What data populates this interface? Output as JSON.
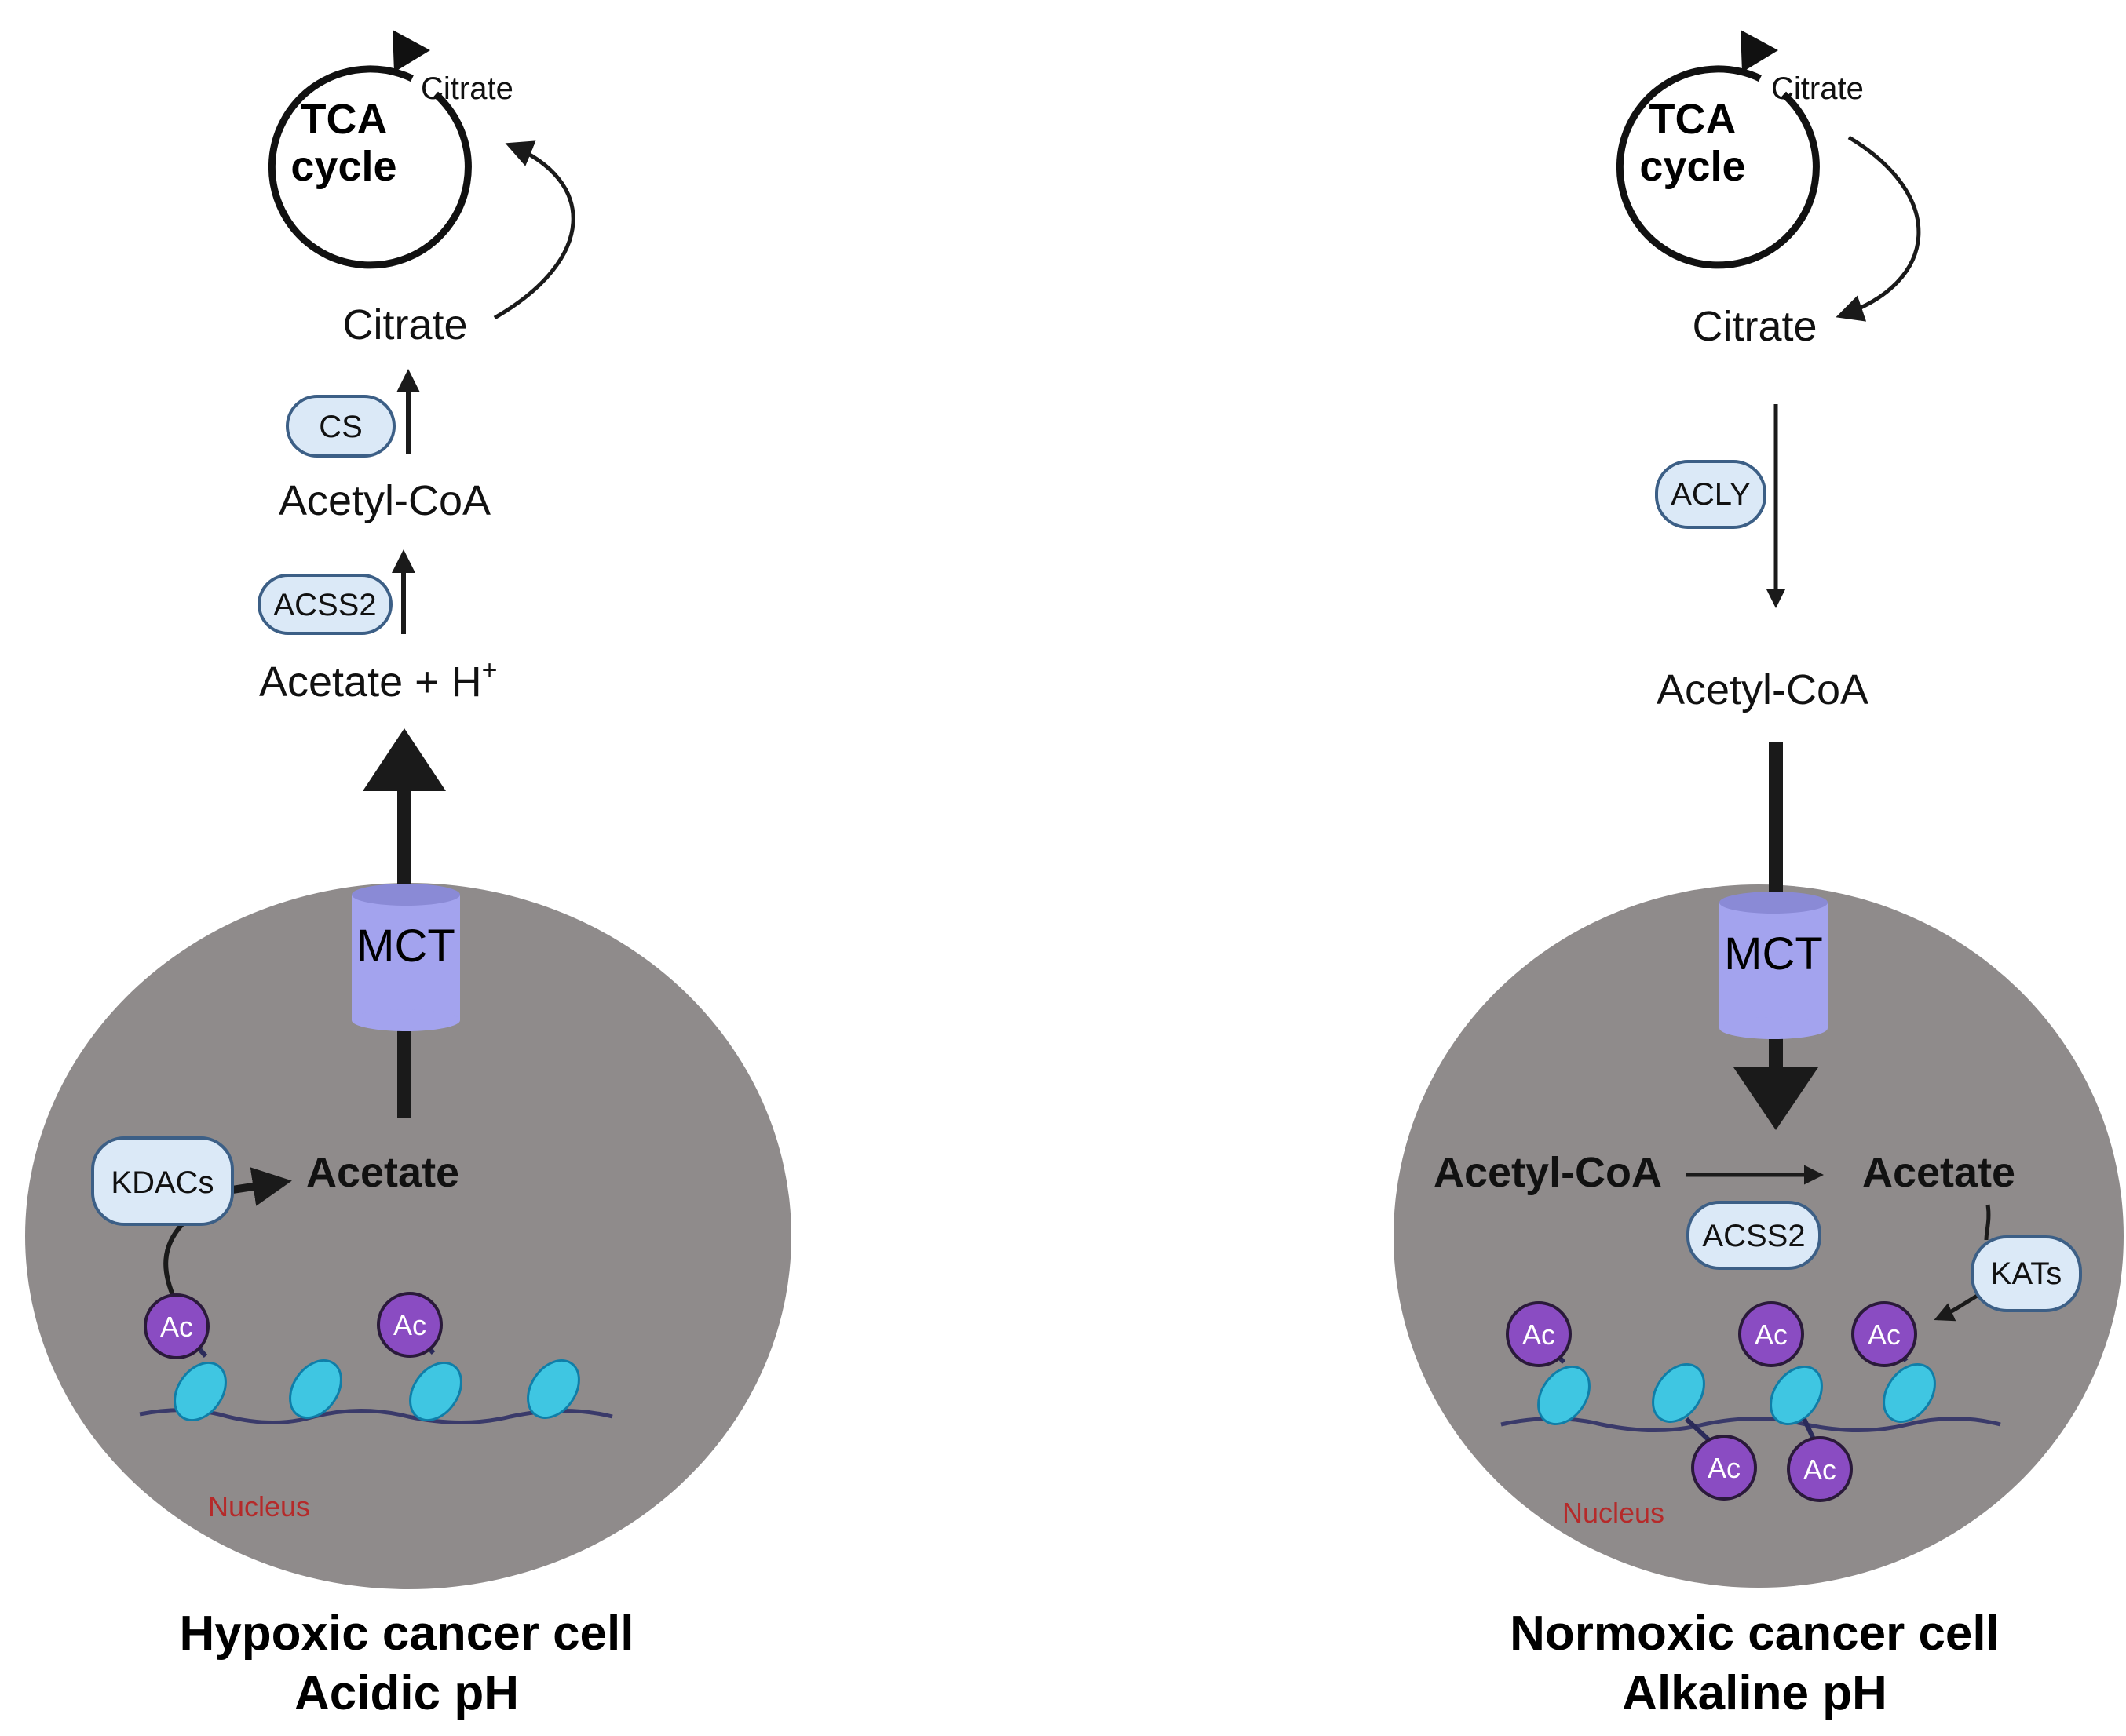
{
  "colors": {
    "cell": "#8f8b8b",
    "enzyme_fill": "#dbe9f7",
    "enzyme_stroke": "#3c5f86",
    "mct": "#a3a3ee",
    "mct_top": "#8a8ad6",
    "acetyl": "#8a4cc2",
    "nucleosome": "#3fc6e2",
    "nucleus_label": "#b52a2a",
    "arrow": "#1a1a1a"
  },
  "left": {
    "tca": {
      "line1": "TCA",
      "line2": "cycle",
      "citrate": "Citrate"
    },
    "citrate": "Citrate",
    "cs": "CS",
    "acetyl_coa": "Acetyl-CoA",
    "acss2": "ACSS2",
    "acetate_h": "Acetate + H",
    "h_sup": "+",
    "mct": "MCT",
    "kdacs": "KDACs",
    "acetate": "Acetate",
    "ac": "Ac",
    "nucleus": "Nucleus",
    "caption_1": "Hypoxic cancer cell",
    "caption_2": "Acidic pH"
  },
  "right": {
    "tca": {
      "line1": "TCA",
      "line2": "cycle",
      "citrate": "Citrate"
    },
    "citrate": "Citrate",
    "acly": "ACLY",
    "acetyl_coa": "Acetyl-CoA",
    "mct": "MCT",
    "inner_acetyl_coa": "Acetyl-CoA",
    "acss2": "ACSS2",
    "acetate": "Acetate",
    "kats": "KATs",
    "ac": "Ac",
    "nucleus": "Nucleus",
    "caption_1": "Normoxic cancer cell",
    "caption_2": "Alkaline pH"
  }
}
